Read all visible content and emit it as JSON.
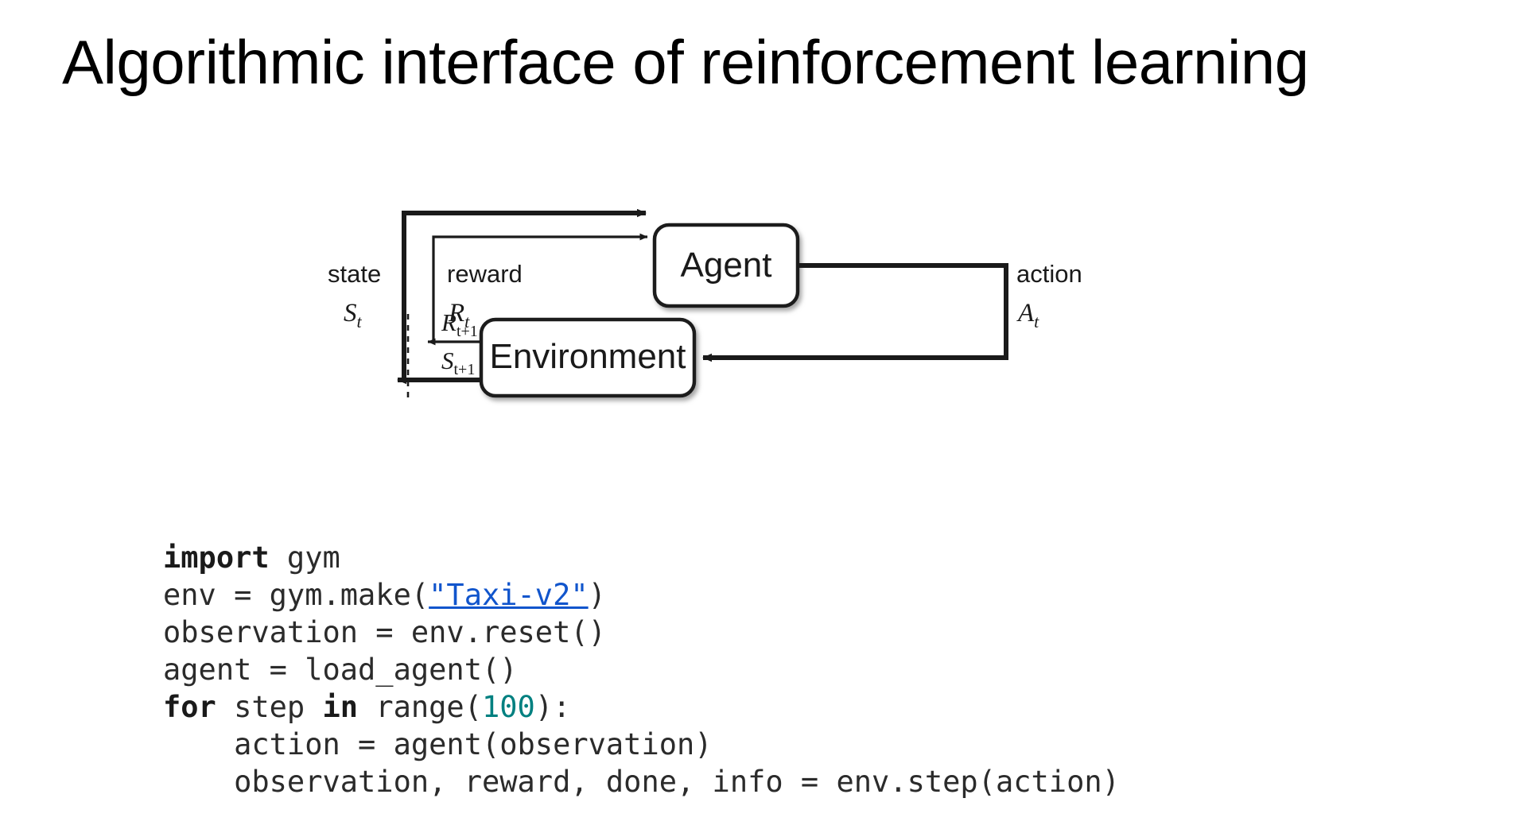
{
  "slide": {
    "title": "Algorithmic interface of reinforcement learning"
  },
  "diagram": {
    "name": "agent-environment-interaction-loop",
    "nodes": {
      "agent": "Agent",
      "environment": "Environment"
    },
    "labels": {
      "state_word": "state",
      "state_symbol_base": "S",
      "state_symbol_sub": "t",
      "reward_word": "reward",
      "reward_symbol_base": "R",
      "reward_symbol_sub": "t",
      "action_word": "action",
      "action_symbol_base": "A",
      "action_symbol_sub": "t",
      "next_reward_base": "R",
      "next_reward_sub": "t+1",
      "next_state_base": "S",
      "next_state_sub": "t+1"
    },
    "colors": {
      "stroke": "#1a1a1a",
      "fill": "#ffffff"
    }
  },
  "code": {
    "language": "python",
    "string_literal": "\"Taxi-v2\"",
    "loop_count": "100",
    "lines": [
      {
        "id": "line-1",
        "segments": [
          {
            "text": "import",
            "style": "kw"
          },
          {
            "text": " gym",
            "style": "plain"
          }
        ]
      },
      {
        "id": "line-2",
        "segments": [
          {
            "text": "env = gym.make(",
            "style": "plain"
          },
          {
            "text": "\"Taxi-v2\"",
            "style": "lnk"
          },
          {
            "text": ")",
            "style": "plain"
          }
        ]
      },
      {
        "id": "line-3",
        "segments": [
          {
            "text": "observation = env.reset()",
            "style": "plain"
          }
        ]
      },
      {
        "id": "line-4",
        "segments": [
          {
            "text": "agent = load_agent()",
            "style": "plain"
          }
        ]
      },
      {
        "id": "line-5",
        "segments": [
          {
            "text": "for",
            "style": "kw"
          },
          {
            "text": " step ",
            "style": "plain"
          },
          {
            "text": "in",
            "style": "kw"
          },
          {
            "text": " range(",
            "style": "plain"
          },
          {
            "text": "100",
            "style": "num"
          },
          {
            "text": "):",
            "style": "plain"
          }
        ]
      },
      {
        "id": "line-6",
        "segments": [
          {
            "text": "    action = agent(observation)",
            "style": "plain"
          }
        ]
      },
      {
        "id": "line-7",
        "segments": [
          {
            "text": "    observation, reward, done, info = env.step(action)",
            "style": "plain"
          }
        ]
      }
    ]
  },
  "theme": {
    "background": "#ffffff",
    "text": "#000000",
    "code_text": "#2b2b2b",
    "link": "#1155cc",
    "number": "#008080"
  }
}
